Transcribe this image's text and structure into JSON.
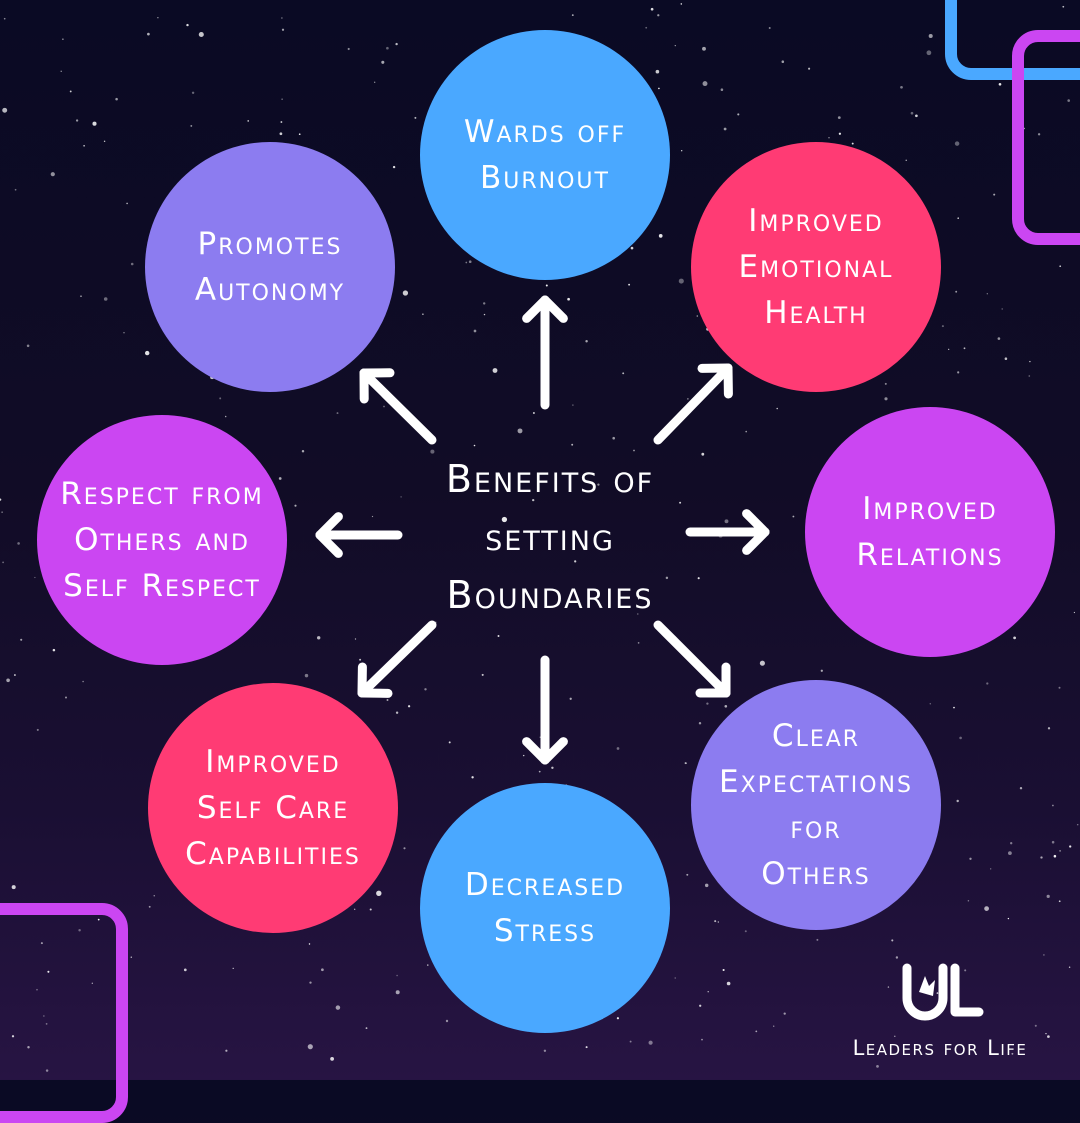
{
  "center_title": {
    "line1": "Benefits of",
    "line2": "setting",
    "line3": "Boundaries"
  },
  "colors": {
    "blue": "#4aa8ff",
    "red": "#ff3b74",
    "purple": "#8c7cf0",
    "magenta": "#cb46f2",
    "arrow": "#ffffff"
  },
  "benefits": {
    "top": {
      "line1": "Wards off",
      "line2": "Burnout"
    },
    "top_right": {
      "line1": "Improved",
      "line2": "Emotional",
      "line3": "Health"
    },
    "right": {
      "line1": "Improved",
      "line2": "Relations"
    },
    "bottom_right": {
      "line1": "Clear",
      "line2": "Expectations",
      "line3": "for",
      "line4": "Others"
    },
    "bottom": {
      "line1": "Decreased",
      "line2": "Stress"
    },
    "bottom_left": {
      "line1": "Improved",
      "line2": "Self Care",
      "line3": "Capabilities"
    },
    "left": {
      "line1": "Respect from",
      "line2": "Others and",
      "line3": "Self Respect"
    },
    "top_left": {
      "line1": "Promotes",
      "line2": "Autonomy"
    }
  },
  "brand": {
    "logo": "UL",
    "tagline": "Leaders for Life"
  }
}
